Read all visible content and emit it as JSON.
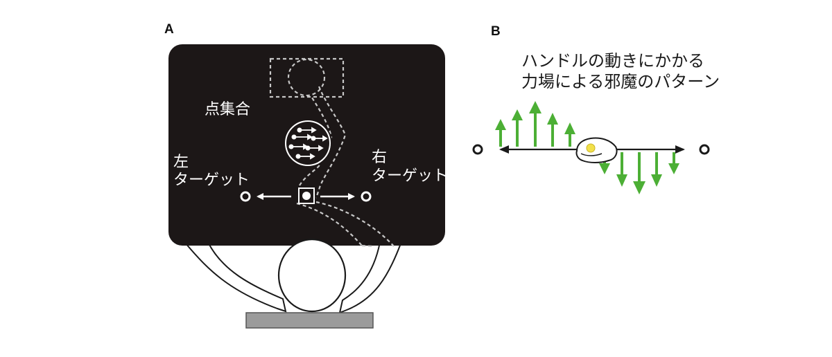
{
  "panel_a": {
    "label": "A",
    "dot_set_label": "点集合",
    "left_target_label_line1": "左",
    "left_target_label_line2": "ターゲット",
    "right_target_label_line1": "右",
    "right_target_label_line2": "ターゲット"
  },
  "panel_b": {
    "label": "B",
    "title_line1": "ハンドルの動きにかかる",
    "title_line2": "力場による邪魔のパターン",
    "force_arrow_color": "#4caf35"
  },
  "colors": {
    "screen": "#1c1717",
    "desk": "#9b9b9b",
    "dashed_path": "#c8c8c8",
    "hand_highlight": "#f2e04a"
  }
}
